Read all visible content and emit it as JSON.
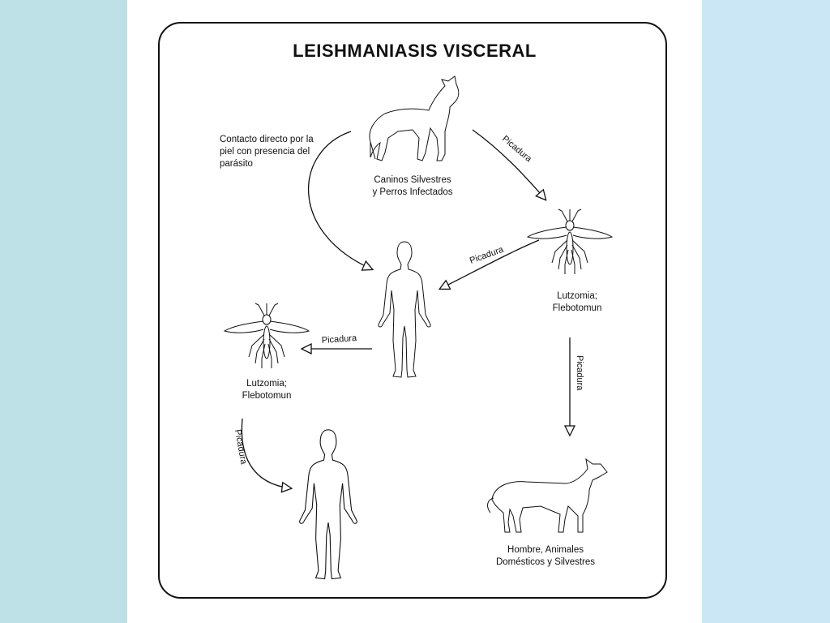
{
  "diagram": {
    "title": "LEISHMANIASIS VISCERAL",
    "contact_note": "Contacto directo por la piel con presencia del parásito",
    "wild_canines_line1": "Caninos Silvestres",
    "wild_canines_line2": "y Perros Infectados",
    "vector_right_line1": "Lutzomia;",
    "vector_right_line2": "Flebotomun",
    "vector_left_line1": "Lutzomia;",
    "vector_left_line2": "Flebotomun",
    "hosts_line1": "Hombre, Animales",
    "hosts_line2": "Domésticos y Silvestres",
    "bite_label": "Picadura"
  },
  "colors": {
    "left_band": "#bde1e7",
    "right_band": "#cbe7f5",
    "line": "#111111"
  },
  "icons": [
    "wolf-icon",
    "mosquito-icon",
    "human-icon",
    "dog-icon"
  ]
}
